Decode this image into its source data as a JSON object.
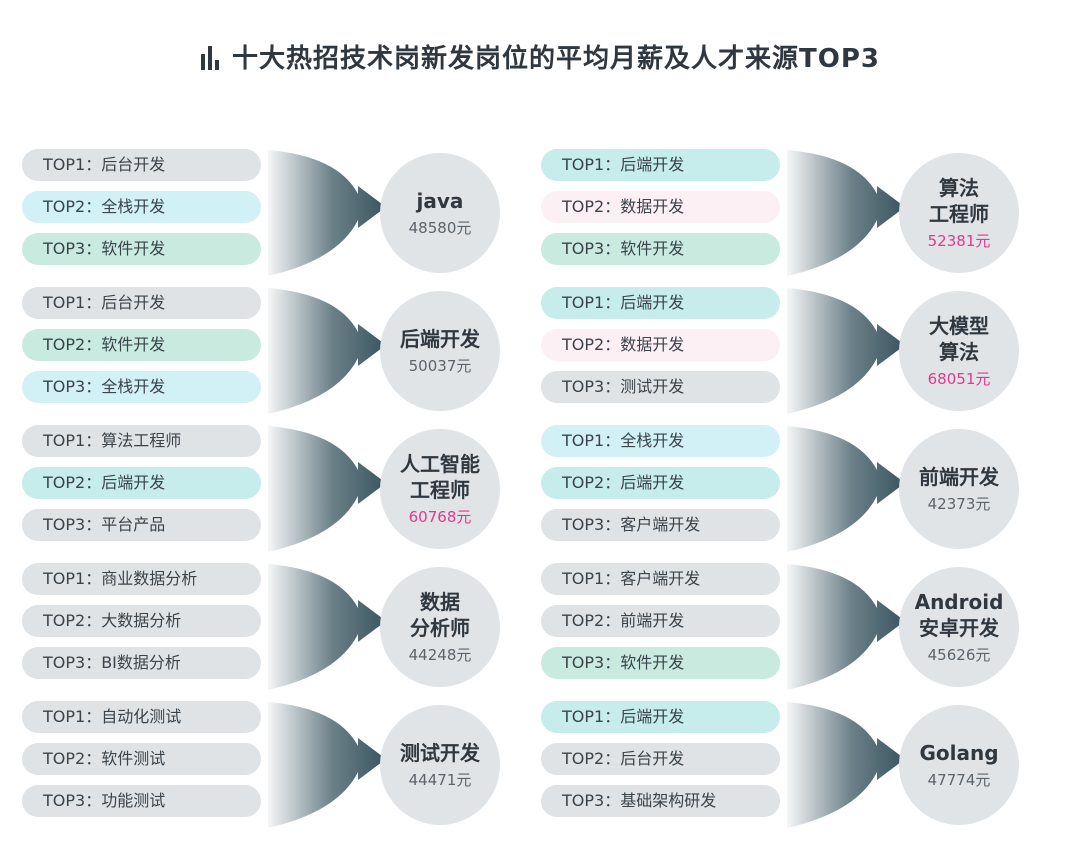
{
  "title": "十大热招技术岗新发岗位的平均月薪及人才来源TOP3",
  "colors": {
    "gray": "#dfe3e5",
    "cyan": "#d2f1f6",
    "green": "#c9ebdf",
    "teal": "#c6ecec",
    "pink": "#fdf0f4",
    "highlight_salary": "#e03a8c",
    "arrow": "#3a5560"
  },
  "blocks": [
    {
      "role": "java",
      "salary": "48580元",
      "highlight": false,
      "sources": [
        {
          "label": "TOP1：后台开发",
          "color": "gray"
        },
        {
          "label": "TOP2：全栈开发",
          "color": "cyan"
        },
        {
          "label": "TOP3：软件开发",
          "color": "green"
        }
      ]
    },
    {
      "role": "算法\n工程师",
      "salary": "52381元",
      "highlight": true,
      "sources": [
        {
          "label": "TOP1：后端开发",
          "color": "teal"
        },
        {
          "label": "TOP2：数据开发",
          "color": "pink"
        },
        {
          "label": "TOP3：软件开发",
          "color": "green"
        }
      ]
    },
    {
      "role": "后端开发",
      "salary": "50037元",
      "highlight": false,
      "sources": [
        {
          "label": "TOP1：后台开发",
          "color": "gray"
        },
        {
          "label": "TOP2：软件开发",
          "color": "green"
        },
        {
          "label": "TOP3：全栈开发",
          "color": "cyan"
        }
      ]
    },
    {
      "role": "大模型\n算法",
      "salary": "68051元",
      "highlight": true,
      "sources": [
        {
          "label": "TOP1：后端开发",
          "color": "teal"
        },
        {
          "label": "TOP2：数据开发",
          "color": "pink"
        },
        {
          "label": "TOP3：测试开发",
          "color": "gray"
        }
      ]
    },
    {
      "role": "人工智能\n工程师",
      "salary": "60768元",
      "highlight": true,
      "sources": [
        {
          "label": "TOP1：算法工程师",
          "color": "gray"
        },
        {
          "label": "TOP2：后端开发",
          "color": "teal"
        },
        {
          "label": "TOP3：平台产品",
          "color": "gray"
        }
      ]
    },
    {
      "role": "前端开发",
      "salary": "42373元",
      "highlight": false,
      "sources": [
        {
          "label": "TOP1：全栈开发",
          "color": "cyan"
        },
        {
          "label": "TOP2：后端开发",
          "color": "teal"
        },
        {
          "label": "TOP3：客户端开发",
          "color": "gray"
        }
      ]
    },
    {
      "role": "数据\n分析师",
      "salary": "44248元",
      "highlight": false,
      "sources": [
        {
          "label": "TOP1：商业数据分析",
          "color": "gray"
        },
        {
          "label": "TOP2：大数据分析",
          "color": "gray"
        },
        {
          "label": "TOP3：BI数据分析",
          "color": "gray"
        }
      ]
    },
    {
      "role": "Android\n安卓开发",
      "salary": "45626元",
      "highlight": false,
      "sources": [
        {
          "label": "TOP1：客户端开发",
          "color": "gray"
        },
        {
          "label": "TOP2：前端开发",
          "color": "gray"
        },
        {
          "label": "TOP3：软件开发",
          "color": "green"
        }
      ]
    },
    {
      "role": "测试开发",
      "salary": "44471元",
      "highlight": false,
      "sources": [
        {
          "label": "TOP1：自动化测试",
          "color": "gray"
        },
        {
          "label": "TOP2：软件测试",
          "color": "gray"
        },
        {
          "label": "TOP3：功能测试",
          "color": "gray"
        }
      ]
    },
    {
      "role": "Golang",
      "salary": "47774元",
      "highlight": false,
      "sources": [
        {
          "label": "TOP1：后端开发",
          "color": "teal"
        },
        {
          "label": "TOP2：后台开发",
          "color": "gray"
        },
        {
          "label": "TOP3：基础架构研发",
          "color": "gray"
        }
      ]
    }
  ]
}
